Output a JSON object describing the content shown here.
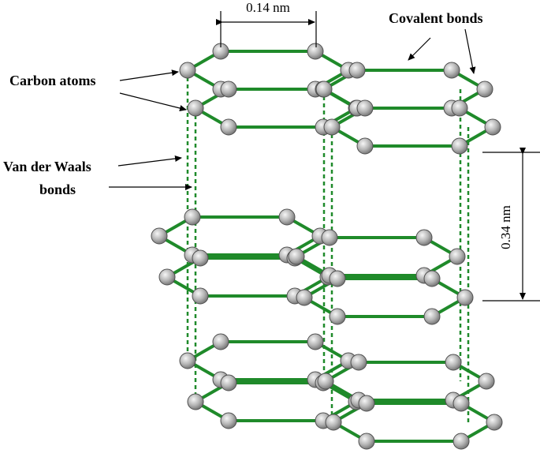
{
  "labels": {
    "carbon_atoms": "Carbon atoms",
    "covalent_bonds": "Covalent bonds",
    "van_der_waals_line1": "Van der Waals",
    "van_der_waals_line2": "bonds",
    "in_plane_spacing": "0.14 nm",
    "interlayer_spacing": "0.34 nm"
  },
  "colors": {
    "bond": "#1f8a2a",
    "vdw_bond": "#1f8a2a",
    "atom": "#9a9a9a",
    "atom_highlight": "#f2f2f2",
    "atom_outline": "#505050",
    "dimension_line": "#000000",
    "background": "#ffffff"
  },
  "structure": {
    "layer_count": 3,
    "hexagons_per_layer": 4,
    "rings_per_hexagon": 6,
    "icons": [
      "carbon-atom-icon",
      "arrow-icon"
    ]
  }
}
